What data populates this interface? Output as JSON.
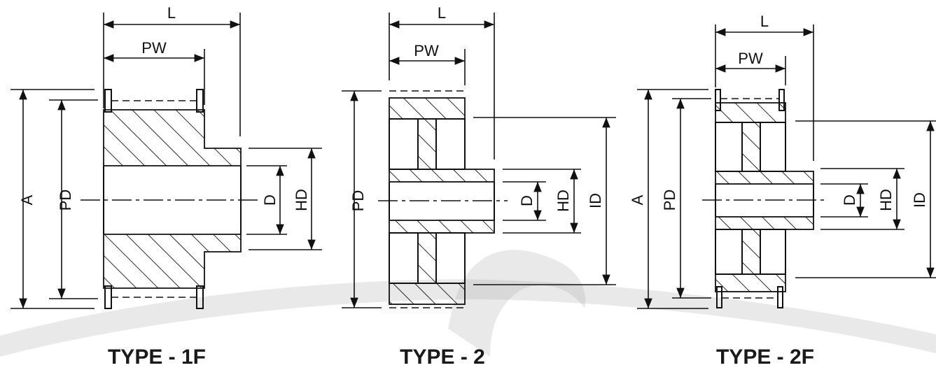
{
  "drawings": [
    {
      "id": "type-1f",
      "title": "TYPE - 1F",
      "dims": {
        "L": "L",
        "PW": "PW",
        "A": "A",
        "PD": "PD",
        "D": "D",
        "HD": "HD"
      }
    },
    {
      "id": "type-2",
      "title": "TYPE - 2",
      "dims": {
        "L": "L",
        "PW": "PW",
        "PD": "PD",
        "D": "D",
        "HD": "HD",
        "ID": "ID"
      }
    },
    {
      "id": "type-2f",
      "title": "TYPE - 2F",
      "dims": {
        "L": "L",
        "PW": "PW",
        "A": "A",
        "PD": "PD",
        "D": "D",
        "HD": "HD",
        "ID": "ID"
      }
    }
  ],
  "colors": {
    "line": "#111111",
    "watermark": "#9a9a9a",
    "background": "#ffffff"
  }
}
